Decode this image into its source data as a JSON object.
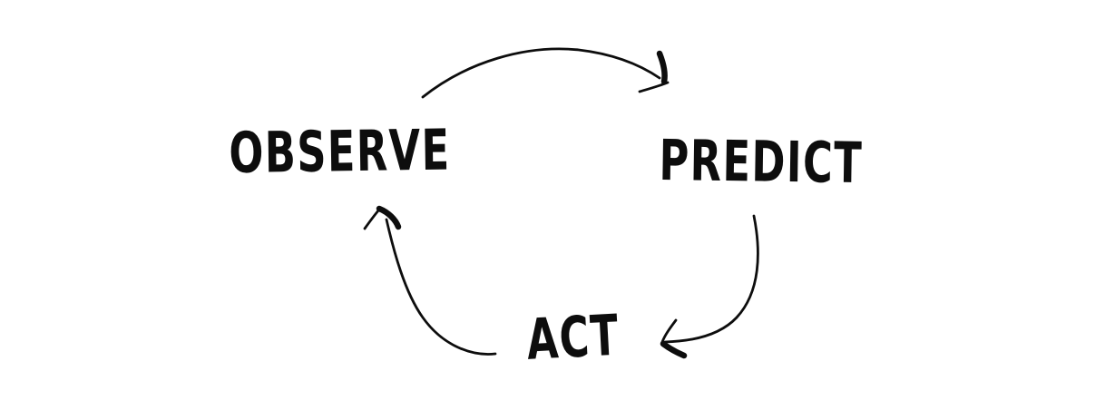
{
  "theme": {
    "ink": "#0d0d0d",
    "background": "#ffffff"
  },
  "diagram": {
    "type": "cycle",
    "nodes": [
      {
        "id": "observe",
        "label": "OBSERVE"
      },
      {
        "id": "predict",
        "label": "PREDICT"
      },
      {
        "id": "act",
        "label": "ACT"
      }
    ],
    "edges": [
      {
        "from": "observe",
        "to": "predict"
      },
      {
        "from": "predict",
        "to": "act"
      },
      {
        "from": "act",
        "to": "observe"
      }
    ]
  }
}
